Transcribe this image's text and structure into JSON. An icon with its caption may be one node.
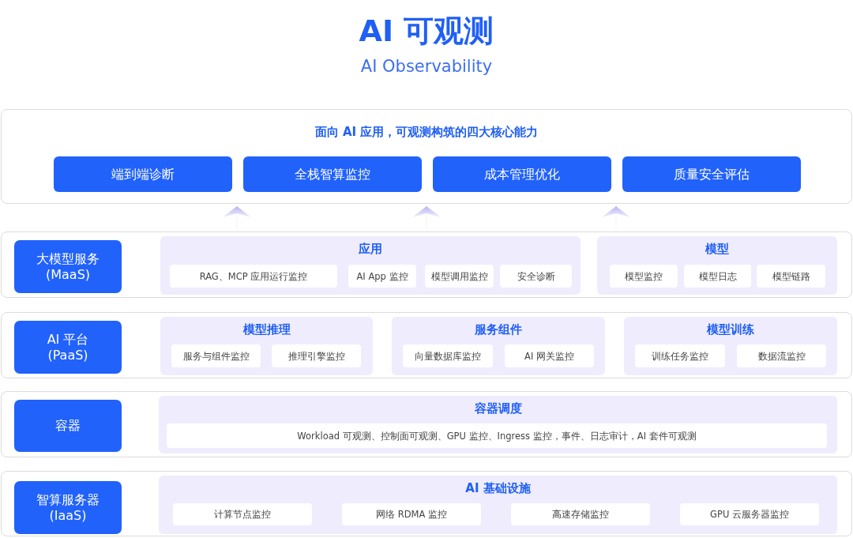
{
  "diagram": {
    "title": "AI 可观测",
    "nodes": [
      {
        "text": [
          "面向 AI 应用，可观测构筑的四大核心能力"
        ]
      },
      {
        "text": [
          "端到端诊断"
        ],
        "in": 0
      },
      {
        "text": [
          "全栈智算监控"
        ],
        "in": 0
      },
      {
        "text": [
          "成本管理优化"
        ],
        "in": 0
      },
      {
        "text": [
          "质量安全评估"
        ],
        "in": 0
      },
      {
        "text": [],
        "shape": "box"
      },
      {
        "text": [
          "大模型服务 (MaaS)"
        ],
        "in": 5
      },
      {
        "text": [
          "应用"
        ],
        "in": 5
      },
      {
        "text": [
          "RAG、MCP 应用运行监控"
        ],
        "in": 7
      },
      {
        "text": [
          "AI App 监控"
        ],
        "in": 7
      },
      {
        "text": [
          "模型调用监控"
        ],
        "in": 7
      },
      {
        "text": [
          "安全诊断"
        ],
        "in": 7
      },
      {
        "text": [
          "模型"
        ],
        "in": 5
      },
      {
        "text": [
          "模型监控"
        ],
        "in": 12
      },
      {
        "text": [
          "模型日志"
        ],
        "in": 12
      },
      {
        "text": [
          "模型链路"
        ],
        "in": 12
      },
      {
        "text": [],
        "shape": "box"
      },
      {
        "text": [
          "AI 平台 (PaaS)"
        ],
        "in": 16
      },
      {
        "text": [
          "模型推理"
        ],
        "in": 16
      },
      {
        "text": [
          "服务与组件监控"
        ],
        "in": 18
      },
      {
        "text": [
          "推理引擎监控"
        ],
        "in": 18
      },
      {
        "text": [
          "服务组件"
        ],
        "in": 16
      },
      {
        "text": [
          "向量数据库监控"
        ],
        "in": 21
      },
      {
        "text": [
          "AI 网关监控"
        ],
        "in": 21
      },
      {
        "text": [
          "模型训练"
        ],
        "in": 16
      },
      {
        "text": [
          "训练任务监控"
        ],
        "in": 24
      },
      {
        "text": [
          "数据流监控"
        ],
        "in": 24
      },
      {
        "text": [],
        "shape": "box"
      },
      {
        "text": [
          "容器"
        ],
        "in": 27
      },
      {
        "text": [
          "容器调度"
        ],
        "in": 27
      },
      {
        "text": [
          "Workload 可观测、控制面可观测、GPU 监控、Ingress 监控，事件、日志审计，AI 套件可观测"
        ],
        "in": 29
      },
      {
        "text": [],
        "shape": "box"
      },
      {
        "text": [
          "智算服务器 (IaaS)"
        ],
        "in": 31
      },
      {
        "text": [
          "AI 基础设施"
        ],
        "in": 31
      },
      {
        "text": [
          "计算节点监控"
        ],
        "in": 33
      },
      {
        "text": [
          "网络 RDMA 监控"
        ],
        "in": 33
      },
      {
        "text": [
          "高速存储监控"
        ],
        "in": 33
      },
      {
        "text": [
          "GPU 云服务器监控"
        ],
        "in": 33
      }
    ],
    "edges": [
      {
        "from": 5,
        "to": 0,
        "arrow": "to"
      },
      {
        "from": 5,
        "to": 0,
        "arrow": "to"
      },
      {
        "from": 5,
        "to": 0,
        "arrow": "to"
      }
    ],
    "labels": [
      "AI Observability"
    ]
  }
}
